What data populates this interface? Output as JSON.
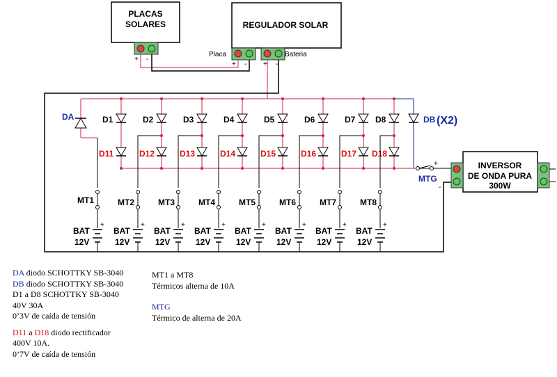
{
  "components": {
    "panels": "PLACAS\nSOLARES",
    "regulator": "REGULADOR SOLAR",
    "regulator_in": "Placa",
    "regulator_out": "Bateria",
    "inverter": "INVERSOR\nDE ONDA PURA\n300W",
    "plus": "+",
    "minus": "-"
  },
  "diodes": {
    "da": "DA",
    "db": "DB",
    "db_count": "(X2)",
    "upper": [
      "D1",
      "D2",
      "D3",
      "D4",
      "D5",
      "D6",
      "D7",
      "D8"
    ],
    "lower": [
      "D11",
      "D12",
      "D13",
      "D14",
      "D15",
      "D16",
      "D17",
      "D18"
    ]
  },
  "breakers": {
    "list": [
      "MT1",
      "MT2",
      "MT3",
      "MT4",
      "MT5",
      "MT6",
      "MT7",
      "MT8"
    ],
    "main": "MTG"
  },
  "battery": {
    "label": "BAT",
    "voltage": "12V"
  },
  "legend": {
    "da_code": "DA",
    "da_text": " diodo SCHOTTKY SB-3040",
    "db_code": "DB",
    "db_text": " diodo SCHOTTKY SB-3040",
    "d1_line": "D1  a D8 SCHOTTKY SB-3040",
    "d1_spec": "40V 30A",
    "d1_drop": "0’3V  de caída de tensión",
    "d11_code": "D11",
    "d11_mid": " a ",
    "d18_code": "D18",
    "d11_text": " diodo rectificador",
    "d11_spec": "400V  10A.",
    "d11_drop": "0’7V  de caída de tensión",
    "mt_line": "MT1  a MT8",
    "mt_text": "Térmicos alterna de 10A",
    "mtg_code": "MTG",
    "mtg_text": "Térmico de alterna de 20A"
  },
  "colors": {
    "blue": "#1a2ea0",
    "red": "#dd1111",
    "wire": "#000000",
    "red_wire": "#cc2244",
    "connector": "#66bb66"
  }
}
